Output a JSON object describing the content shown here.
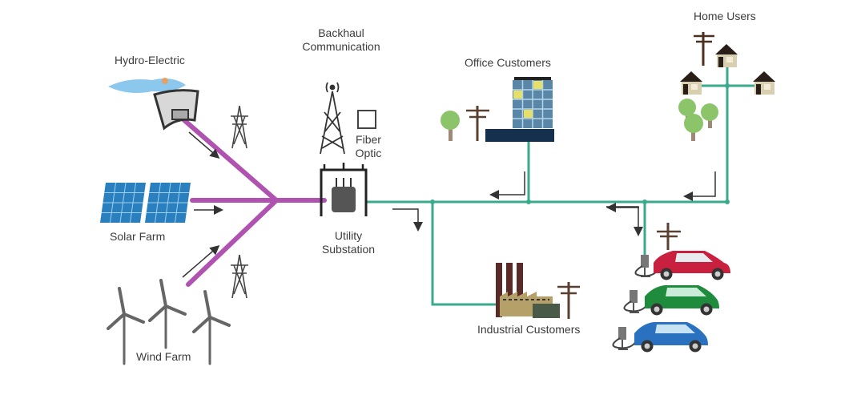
{
  "colors": {
    "generation_line": "#b052b0",
    "distribution_line": "#3aaa8c",
    "arrow": "#333333",
    "solar": "#2a7fbf",
    "tree": "#8cc46a",
    "car_red": "#c8203e",
    "car_green": "#1e8c3c",
    "car_blue": "#2a72c0"
  },
  "labels": {
    "hydro": "Hydro-Electric",
    "solar": "Solar Farm",
    "wind": "Wind Farm",
    "backhaul_line1": "Backhaul",
    "backhaul_line2": "Communication",
    "fiber_line1": "Fiber",
    "fiber_line2": "Optic",
    "substation_line1": "Utility",
    "substation_line2": "Substation",
    "office": "Office Customers",
    "home": "Home Users",
    "industrial": "Industrial Customers"
  },
  "nodes": [
    {
      "id": "hydro-electric",
      "icon": "dam-icon"
    },
    {
      "id": "solar-farm",
      "icon": "solar-panel-icon",
      "count": 2
    },
    {
      "id": "wind-farm",
      "icon": "wind-turbine-icon",
      "count": 3
    },
    {
      "id": "utility-substation",
      "icon": "transformer-icon"
    },
    {
      "id": "backhaul-communication",
      "icon": "radio-tower-icon"
    },
    {
      "id": "fiber-optic",
      "icon": "fiber-box-icon"
    },
    {
      "id": "office-customers",
      "icon": "office-building-icon"
    },
    {
      "id": "home-users",
      "icon": "house-icon",
      "count": 3
    },
    {
      "id": "industrial-customers",
      "icon": "factory-icon"
    },
    {
      "id": "ev-charging",
      "icon": "electric-car-icon",
      "count": 3
    }
  ]
}
